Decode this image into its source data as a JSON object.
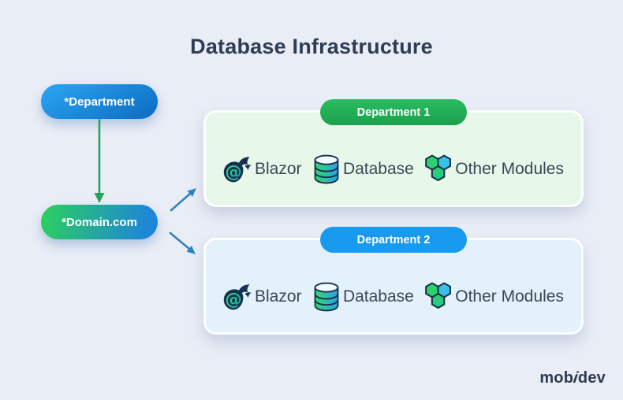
{
  "title": "Database Infrastructure",
  "flow": {
    "department_label": "*Department",
    "domain_label": "*Domain.com",
    "connector_down": "arrow-down",
    "connector_branch_top": "arrow-up-right",
    "connector_branch_bottom": "arrow-down-right"
  },
  "departments": [
    {
      "badge": "Department 1",
      "items": [
        {
          "label": "Blazor",
          "icon": "blazor-flame-at-icon"
        },
        {
          "label": "Database",
          "icon": "database-cylinder-icon"
        },
        {
          "label": "Other Modules",
          "icon": "hexagon-modules-icon"
        }
      ]
    },
    {
      "badge": "Department 2",
      "items": [
        {
          "label": "Blazor",
          "icon": "blazor-flame-at-icon"
        },
        {
          "label": "Database",
          "icon": "database-cylinder-icon"
        },
        {
          "label": "Other Modules",
          "icon": "hexagon-modules-icon"
        }
      ]
    }
  ],
  "logo": {
    "part1": "mob",
    "part2": "i",
    "part3": "dev"
  },
  "colors": {
    "bg": "#e9edf6",
    "title-color": "#2e3c55",
    "text-color": "#3b4757",
    "navy": "#16304f",
    "pill-blue-start": "#2ba6f2",
    "pill-blue-end": "#0d6bc2",
    "domain-green": "#2bd05c",
    "domain-blue": "#1e86d8",
    "badge-green": "#28bd60",
    "badge-green-dark": "#1da04e",
    "badge-blue": "#189bef",
    "panel-green": "#e7f7ea",
    "panel-blue": "#e3f1fb",
    "arrow-green": "#27a35c",
    "arrow-blue": "#2f82c4",
    "icon-green": "#2bd36a",
    "icon-cyan": "#38c1e8",
    "icon-teal": "#23c88b",
    "db-start": "#31da69",
    "db-end": "#2f9fe8",
    "db-top": "#f0faff",
    "at-start": "#3ae383",
    "at-end": "#0da39b",
    "logo-color": "#2c3a52"
  }
}
